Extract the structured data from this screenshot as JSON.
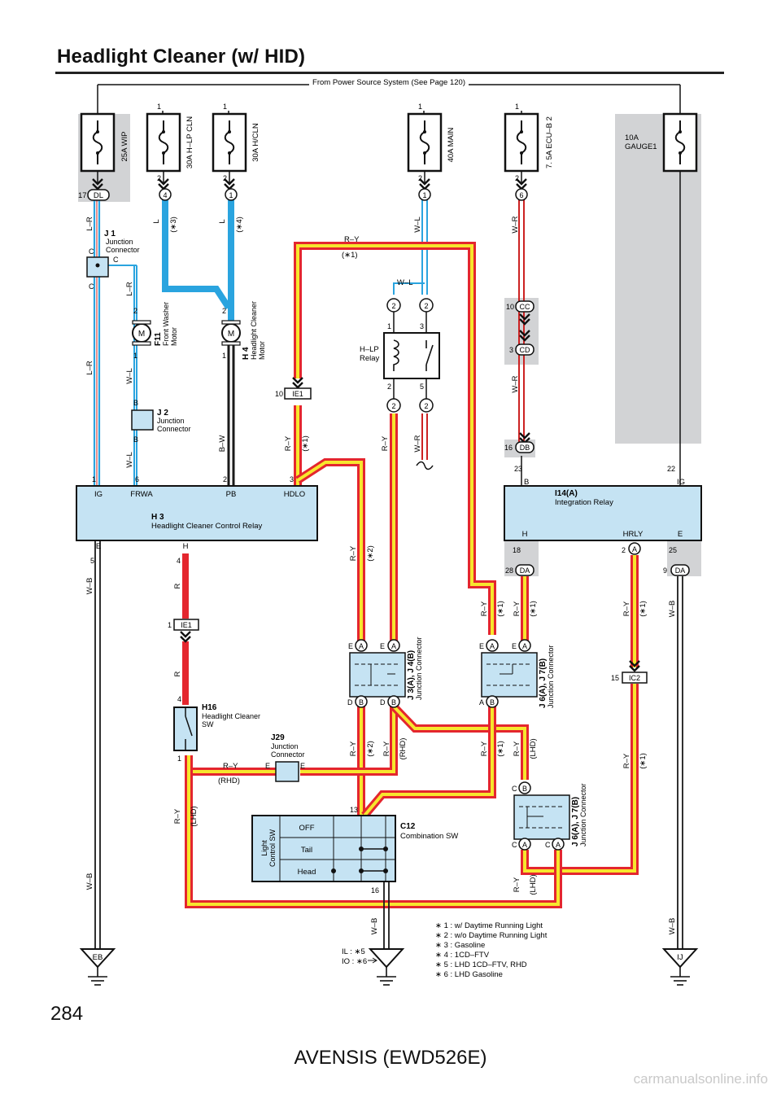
{
  "title": "Headlight Cleaner (w/ HID)",
  "power_source": "From Power Source System (See Page 120)",
  "page_number": "284",
  "footer": "AVENSIS (EWD526E)",
  "watermark": "carmanualsonline.info",
  "fuses": [
    {
      "label": "25A WIP",
      "pin_top": "",
      "pin_bottom": "",
      "conn_num": "17",
      "conn_id": "DL"
    },
    {
      "label": "30A H–LP CLN",
      "pin_top": "1",
      "pin_bottom": "2",
      "conn_num": "",
      "conn_id": "4"
    },
    {
      "label": "30A H/CLN",
      "pin_top": "1",
      "pin_bottom": "2",
      "conn_num": "",
      "conn_id": "1"
    },
    {
      "label": "40A MAIN",
      "pin_top": "1",
      "pin_bottom": "2",
      "conn_num": "",
      "conn_id": "1"
    },
    {
      "label": "7. 5A ECU–B 2",
      "pin_top": "1",
      "pin_bottom": "2",
      "conn_num": "",
      "conn_id": "6"
    },
    {
      "label": "10A GAUGE1",
      "pin_top": "",
      "pin_bottom": "",
      "conn_num": "",
      "conn_id": ""
    }
  ],
  "components": {
    "j1": {
      "code": "J 1",
      "name": "Junction\nConnector",
      "pins": [
        "C",
        "C",
        "C"
      ]
    },
    "j2": {
      "code": "J 2",
      "name": "Junction\nConnector",
      "pins": [
        "B",
        "B"
      ]
    },
    "f11": {
      "code": "F11",
      "name": "Front Washer\nMotor",
      "pins": [
        "2",
        "1"
      ]
    },
    "h4": {
      "code": "H 4",
      "name": "Headlight Cleaner\nMotor",
      "pins": [
        "2",
        "1"
      ]
    },
    "hlp_relay": {
      "name": "H–LP\nRelay",
      "pins": [
        "1",
        "3",
        "2",
        "5"
      ],
      "conn": [
        "2",
        "2",
        "2",
        "2"
      ]
    },
    "h3": {
      "code": "H 3",
      "name": "Headlight Cleaner Control Relay",
      "pins_top": [
        "IG",
        "FRWA",
        "PB",
        "HDLO"
      ],
      "pin_nums_top": [
        "1",
        "6",
        "2",
        "3"
      ],
      "pins_bottom": [
        "E",
        "H"
      ],
      "pin_nums_bottom": [
        "5",
        "4"
      ]
    },
    "i14": {
      "code": "I14(A)",
      "name": "Integration Relay",
      "pins_top": [
        "B",
        "IG"
      ],
      "pin_nums_top": [
        "23",
        "22"
      ],
      "pins_bottom": [
        "H",
        "HRLY",
        "E"
      ],
      "pin_nums_bottom": [
        "18",
        "2",
        "25"
      ]
    },
    "h16": {
      "code": "H16",
      "name": "Headlight Cleaner\nSW",
      "pins": [
        "4",
        "1"
      ]
    },
    "j29": {
      "code": "J29",
      "name": "Junction\nConnector",
      "pins": [
        "E",
        "E"
      ]
    },
    "j3": {
      "code": "J 3(A), J 4(B)",
      "name": "Junction Connector"
    },
    "j6a": {
      "code": "J 6(A), J 7(B)",
      "name": "Junction Connector"
    },
    "j6b": {
      "code": "J 6(A), J 7(B)",
      "name": "Junction Connector"
    },
    "c12": {
      "code": "C12",
      "name": "Combination SW",
      "side_label": "Light\nControl SW",
      "rows": [
        "OFF",
        "Tail",
        "Head"
      ],
      "pins": [
        "13",
        "16"
      ]
    }
  },
  "connectors": {
    "ie1_top": {
      "num": "10",
      "id": "IE1"
    },
    "ie1_bottom": {
      "num": "1",
      "id": "IE1"
    },
    "cc": {
      "num": "10",
      "id": "CC"
    },
    "cd": {
      "num": "3",
      "id": "CD"
    },
    "db": {
      "num": "16",
      "id": "DB"
    },
    "da_left": {
      "num": "28",
      "id": "DA"
    },
    "da_right": {
      "num": "9",
      "id": "DA"
    },
    "ic2": {
      "num": "15",
      "id": "IC2"
    }
  },
  "wire_labels": {
    "lr": "L–R",
    "l": "L",
    "wl": "W–L",
    "wr": "W–R",
    "ry": "R–Y",
    "bw": "B–W",
    "wb": "W–B",
    "r": "R"
  },
  "notes": {
    "n1": "(∗1)",
    "n2": "(∗2)",
    "n3": "(∗3)",
    "n4": "(∗4)",
    "rhd": "(RHD)",
    "lhd": "(LHD)"
  },
  "grounds": [
    "EB",
    "IJ"
  ],
  "ground_note": [
    "IL : ∗5",
    "IO : ∗6"
  ],
  "legend": [
    "∗ 1 : w/ Daytime Running Light",
    "∗ 2 : w/o Daytime Running Light",
    "∗ 3 : Gasoline",
    "∗ 4 : 1CD–FTV",
    "∗ 5 : LHD 1CD–FTV,  RHD",
    "∗ 6 : LHD Gasoline"
  ],
  "colors": {
    "gray_area": "#d2d3d5",
    "box_fill": "#c5e3f3",
    "wire_blue": "#2aa4df",
    "wire_red": "#e4262e",
    "wire_yellow": "#f7e62d",
    "wire_black": "#1a1a1a"
  }
}
